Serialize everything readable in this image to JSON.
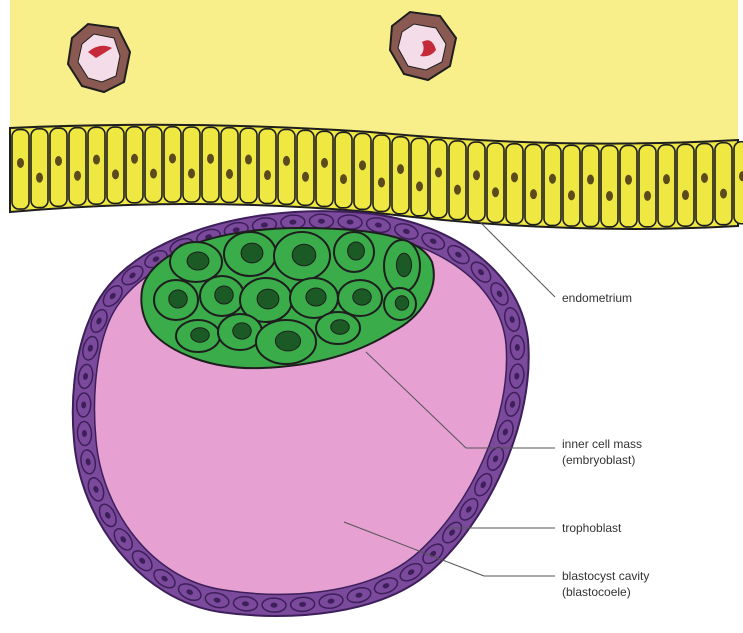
{
  "colors": {
    "stroma": "#f8ef8a",
    "epithelium": "#efe843",
    "cell_outline": "#1e1e1e",
    "nucleus_epithelium": "#5a4a1e",
    "trophoblast": "#7c4a9c",
    "trophoblast_dark": "#3d1f5a",
    "cavity": "#e6a0d2",
    "inner_cell_mass": "#3aad4a",
    "icm_nucleus": "#1b5a24",
    "vessel_wall": "#8a5a52",
    "vessel_lumen": "#f4dce8",
    "blood": "#c42a3a",
    "leader_line": "#555555"
  },
  "labels": {
    "endometrium": "endometrium",
    "icm_line1": "inner cell mass",
    "icm_line2": "(embryoblast)",
    "trophoblast": "trophoblast",
    "cavity_line1": "blastocyst cavity",
    "cavity_line2": "(blastocoele)"
  }
}
